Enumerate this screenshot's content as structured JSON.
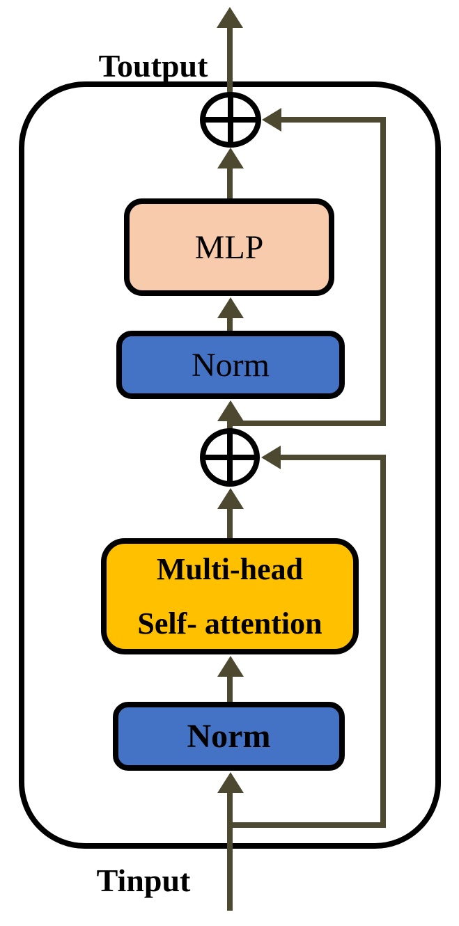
{
  "labels": {
    "output": "Toutput",
    "input": "Tinput"
  },
  "nodes": {
    "mlp": {
      "label": "MLP",
      "fill": "#F8CBAD"
    },
    "norm_upper": {
      "label": "Norm",
      "fill": "#4472C4"
    },
    "attention": {
      "label_line1": "Multi-head",
      "label_line2": "Self- attention",
      "fill": "#FFC000"
    },
    "norm_lower": {
      "label": "Norm",
      "fill": "#4472C4"
    }
  },
  "icons": {
    "add_operator_top": "⊕",
    "add_operator_bottom": "⊕"
  },
  "colors": {
    "arrow": "#4D4930",
    "outline": "#000000",
    "background": "#FFFFFF"
  }
}
